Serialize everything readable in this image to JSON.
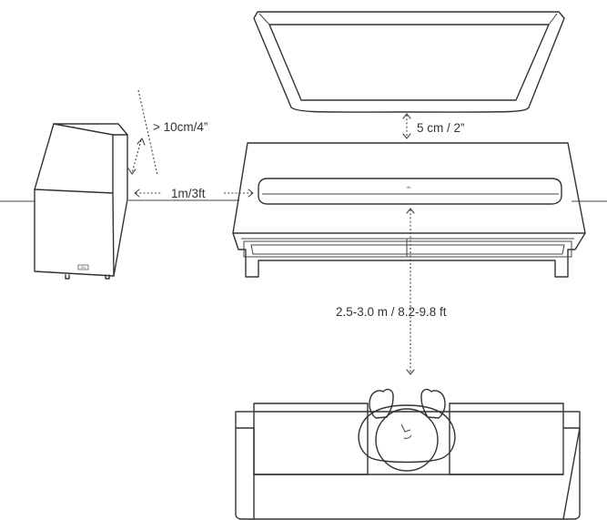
{
  "labels": {
    "tv_gap": "5 cm / 2”",
    "sub_clearance": "> 10cm/4”",
    "sub_distance": "1m/3ft",
    "listening_distance": "2.5-3.0 m / 8.2-9.8 ft"
  },
  "logos": {
    "subwoofer": "JBL",
    "soundbar": "JBL"
  },
  "colors": {
    "stroke": "#333333",
    "background": "#ffffff"
  }
}
